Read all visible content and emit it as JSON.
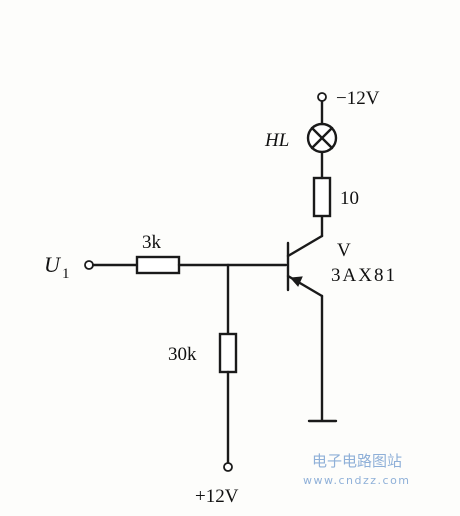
{
  "labels": {
    "input": "U",
    "input_sub": "1",
    "supply_neg": "−12V",
    "lamp": "HL",
    "collector_resistor": "10",
    "base_resistor": "3k",
    "bias_resistor": "30k",
    "supply_pos": "+12V",
    "transistor_name": "V",
    "transistor_model": "3AX81"
  },
  "watermark": {
    "cn": "电子电路图站",
    "url": "www.cndzz.com"
  },
  "colors": {
    "line": "#1a1a1a",
    "watermark": "#8fb0d8"
  }
}
